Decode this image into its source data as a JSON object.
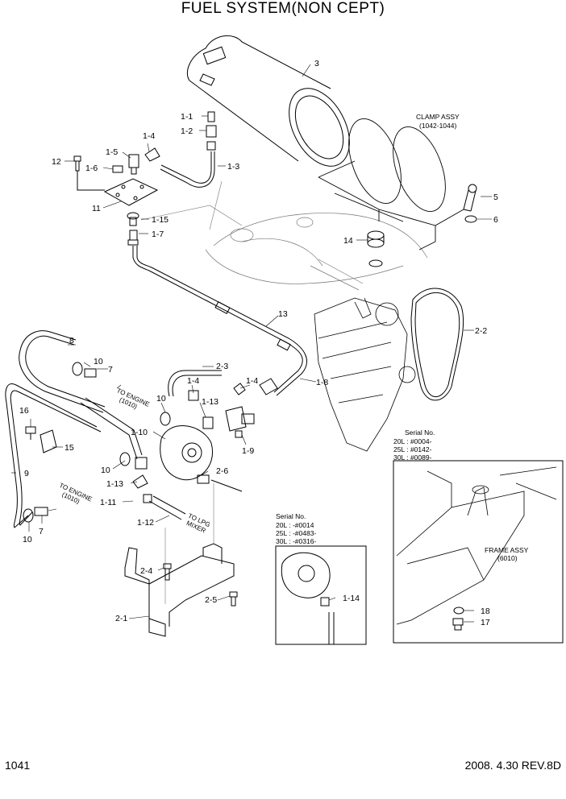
{
  "page": {
    "title": "FUEL SYSTEM(NON CEPT)",
    "page_number": "1041",
    "revision": "2008. 4.30  REV.8D"
  },
  "callouts": [
    "3",
    "1-1",
    "1-2",
    "1-3",
    "1-4",
    "1-5",
    "1-6",
    "12",
    "11",
    "1-15",
    "1-7",
    "5",
    "6",
    "14",
    "13",
    "2-2",
    "8",
    "10",
    "7",
    "2-3",
    "1-4",
    "1-4",
    "1-8",
    "10",
    "1-13",
    "16",
    "15",
    "1-10",
    "1-9",
    "9",
    "10",
    "1-13",
    "2-6",
    "1-11",
    "1-12",
    "7",
    "10",
    "2-4",
    "2-5",
    "2-1",
    "1-14",
    "18",
    "17"
  ],
  "notes": {
    "clamp_assy": [
      "CLAMP ASSY",
      "(1042-1044)"
    ],
    "frame_assy": [
      "FRAME ASSY",
      "(6010)"
    ],
    "to_engine_1": [
      "TO ENGINE",
      "(1010)"
    ],
    "to_engine_2": [
      "TO ENGINE",
      "(1010)"
    ],
    "to_lpg": [
      "TO LPG",
      "MIXER"
    ],
    "serial_a": [
      "Serial No.",
      "20L : #0004-",
      "25L : #0142-",
      "30L : #0089-"
    ],
    "serial_b": [
      "Serial No.",
      "20L : -#0014",
      "25L : -#0483-",
      "30L : -#0316-"
    ]
  }
}
